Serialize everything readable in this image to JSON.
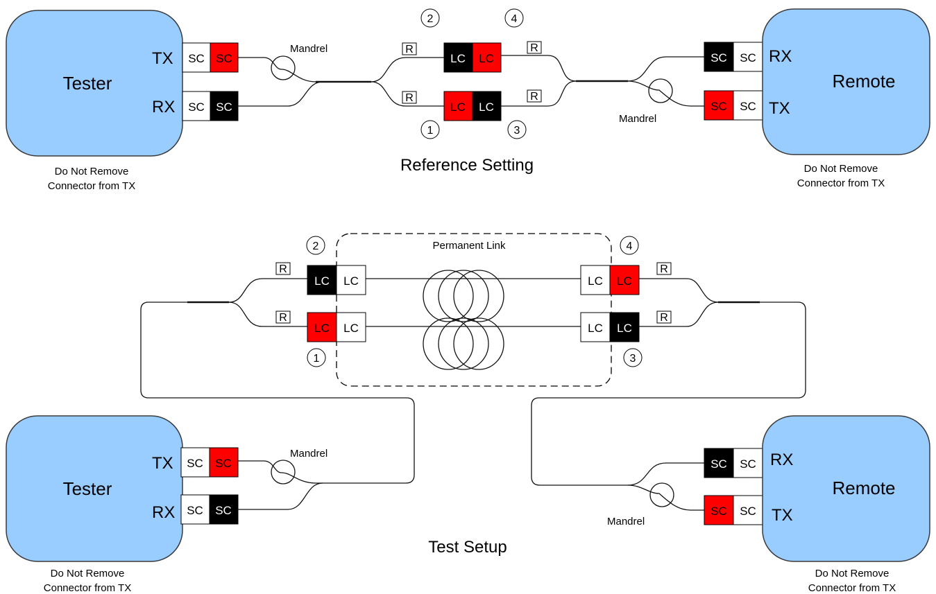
{
  "colors": {
    "device_fill": "#99ccff",
    "device_stroke": "#3a3a3a",
    "red": "#ff0000",
    "black": "#000000",
    "white": "#ffffff"
  },
  "labels": {
    "tester": "Tester",
    "remote": "Remote",
    "tx": "TX",
    "rx": "RX",
    "sc": "SC",
    "lc": "LC",
    "mandrel": "Mandrel",
    "r": "R",
    "warning_line1": "Do Not Remove",
    "warning_line2": "Connector from TX",
    "reference_setting": "Reference Setting",
    "test_setup": "Test Setup",
    "permanent_link": "Permanent Link",
    "n1": "1",
    "n2": "2",
    "n3": "3",
    "n4": "4"
  }
}
